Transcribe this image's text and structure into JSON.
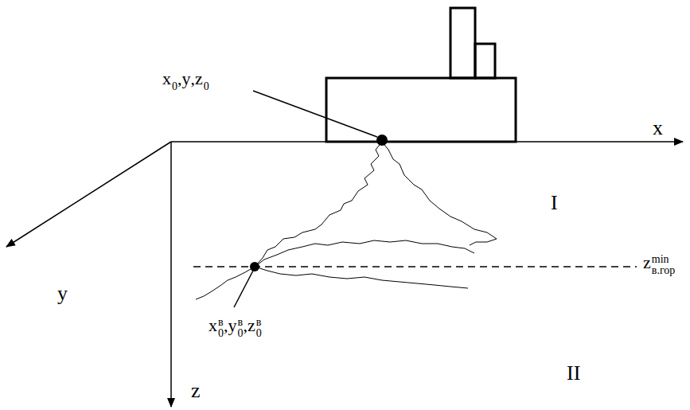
{
  "diagram": {
    "labels": [
      "x",
      "y",
      "z",
      "I",
      "II",
      "x",
      "0",
      ",",
      "y",
      ",",
      "z",
      "0",
      "x",
      "в",
      "0",
      ",",
      "y",
      "в",
      "0",
      ",",
      "z",
      "в",
      "0",
      "z",
      "min",
      "в.гор"
    ]
  }
}
